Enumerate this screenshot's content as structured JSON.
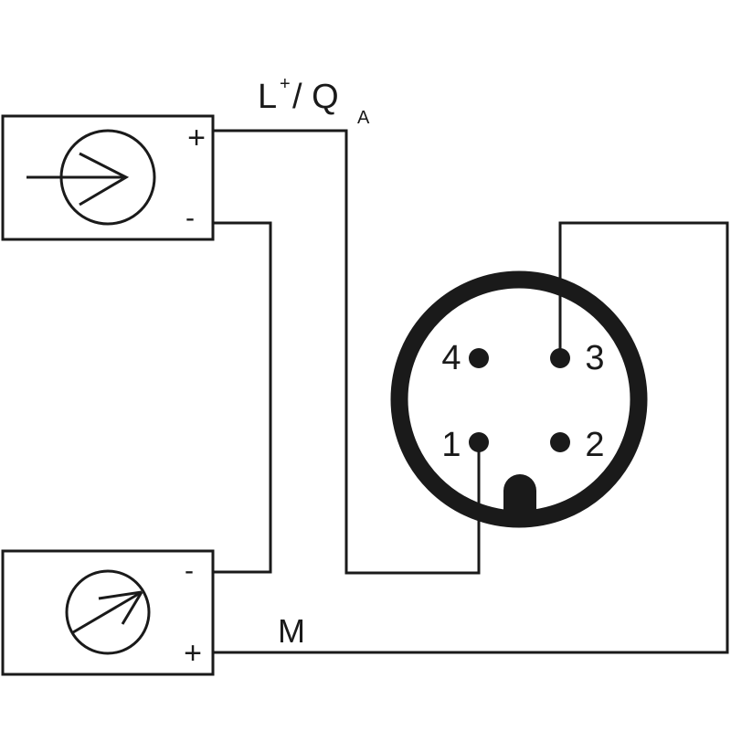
{
  "labels": {
    "supply_L": "L",
    "supply_sup": "+",
    "supply_sep": "/ Q",
    "supply_sub": "A",
    "ground": "M"
  },
  "source_device": {
    "plus": "+",
    "minus": "-",
    "icon": "current-source-icon"
  },
  "meter_device": {
    "plus": "+",
    "minus": "-",
    "icon": "meter-icon"
  },
  "connector": {
    "pins": [
      {
        "label": "1"
      },
      {
        "label": "2"
      },
      {
        "label": "3"
      },
      {
        "label": "4"
      }
    ]
  }
}
